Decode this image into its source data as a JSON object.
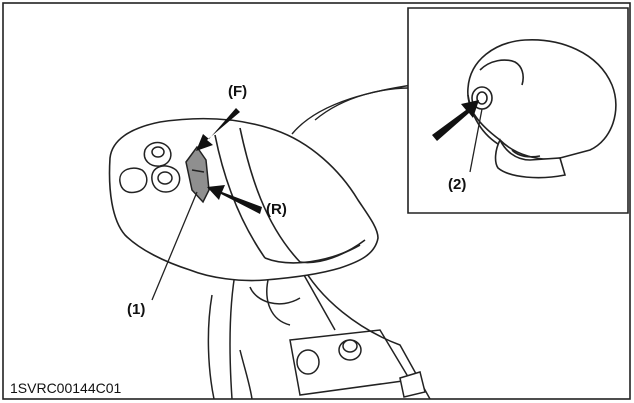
{
  "labels": {
    "forward": "(F)",
    "reverse": "(R)",
    "switch": "(1)",
    "button": "(2)"
  },
  "figure_code": "1SVRC00144C01",
  "colors": {
    "line": "#222222",
    "arrow": "#111111",
    "switch_fill": "#8f8f8f"
  },
  "icons": [
    "arrow-icon"
  ]
}
